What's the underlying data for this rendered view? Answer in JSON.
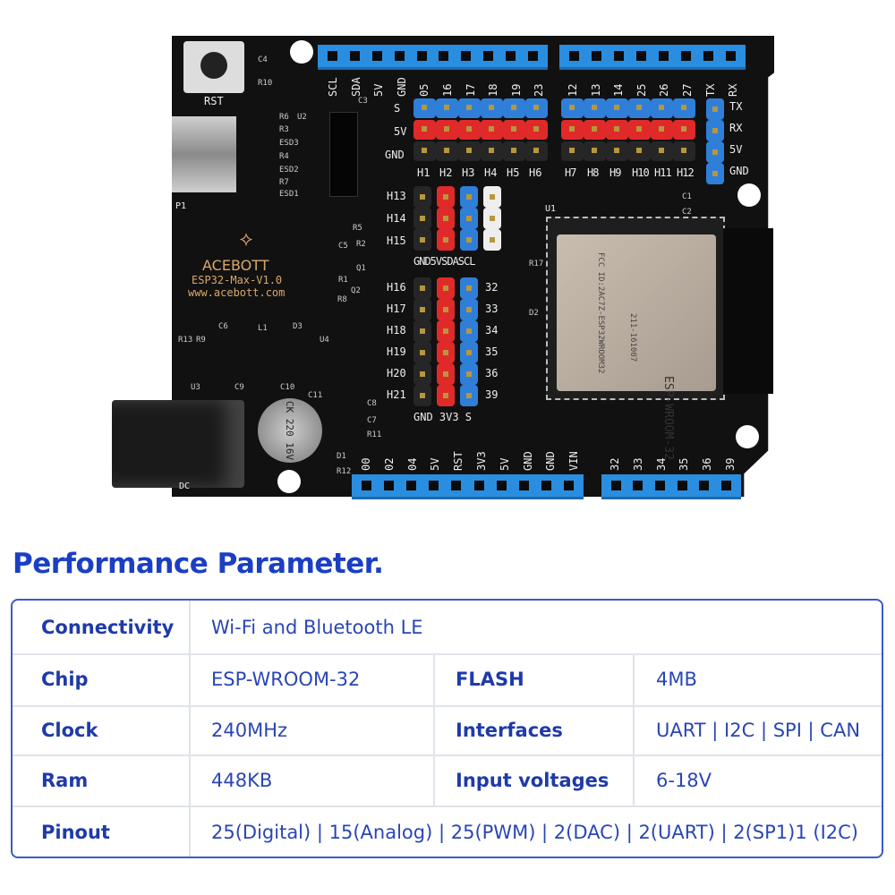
{
  "board": {
    "brand": "ACEBOTT",
    "model": "ESP32-Max-V1.0",
    "url": "www.acebott.com",
    "module": "ESP-WROOM-32",
    "module_fcc": "FCC ID:2AC7Z-ESP32WROOM32",
    "module_id": "211-161007",
    "rst_label": "RST",
    "p1_label": "P1",
    "dc_label": "DC",
    "u1_label": "U1",
    "cap_text": "CK 220 16V",
    "top_left_pins": [
      "SCL",
      "SDA",
      "5V",
      "GND",
      "05",
      "16",
      "17",
      "18",
      "19",
      "23"
    ],
    "top_right_pins": [
      "12",
      "13",
      "14",
      "25",
      "26",
      "27",
      "TX",
      "RX"
    ],
    "bottom_left_pins": [
      "00",
      "02",
      "04",
      "5V",
      "RST",
      "3V3",
      "5V",
      "GND",
      "GND",
      "VIN"
    ],
    "bottom_right_pins": [
      "32",
      "33",
      "34",
      "35",
      "36",
      "39"
    ],
    "row_labels": [
      "S",
      "5V",
      "GND"
    ],
    "h_left": [
      "H1",
      "H2",
      "H3",
      "H4",
      "H5",
      "H6"
    ],
    "h_right": [
      "H7",
      "H8",
      "H9",
      "H10",
      "H11",
      "H12"
    ],
    "uart_labels": [
      "TX",
      "RX",
      "5V",
      "GND"
    ],
    "i2c_rows": [
      "H13",
      "H14",
      "H15"
    ],
    "i2c_cols": "GND5VSDASCL",
    "analog_rows": [
      "H16",
      "H17",
      "H18",
      "H19",
      "H20",
      "H21"
    ],
    "analog_pins": [
      "32",
      "33",
      "34",
      "35",
      "36",
      "39"
    ],
    "analog_cols": "GND 3V3 S",
    "components": [
      "R6",
      "U2",
      "R3",
      "ESD3",
      "R4",
      "ESD2",
      "R7",
      "ESD1",
      "C3",
      "C4",
      "R10",
      "C1",
      "C2",
      "R17",
      "D2",
      "C6",
      "L1",
      "D3",
      "U4",
      "R13",
      "R9",
      "U3",
      "C9",
      "C10",
      "C11",
      "C8",
      "C7",
      "R11",
      "D1",
      "R12",
      "R1",
      "C5",
      "R5",
      "R2",
      "Q1",
      "R8",
      "Q2"
    ]
  },
  "title": "Performance Parameter.",
  "spec": {
    "connectivity_label": "Connectivity",
    "connectivity": "Wi-Fi and Bluetooth LE",
    "chip_label": "Chip",
    "chip": "ESP-WROOM-32",
    "flash_label": "FLASH",
    "flash": "4MB",
    "clock_label": "Clock",
    "clock": "240MHz",
    "interfaces_label": "Interfaces",
    "interfaces": "UART | I2C | SPI | CAN",
    "ram_label": "Ram",
    "ram": "448KB",
    "voltage_label": "Input voltages",
    "voltage": "6-18V",
    "pinout_label": "Pinout",
    "pinout": "25(Digital) | 15(Analog) | 25(PWM) | 2(DAC) | 2(UART) | 2(SP1)1 (I2C)"
  }
}
